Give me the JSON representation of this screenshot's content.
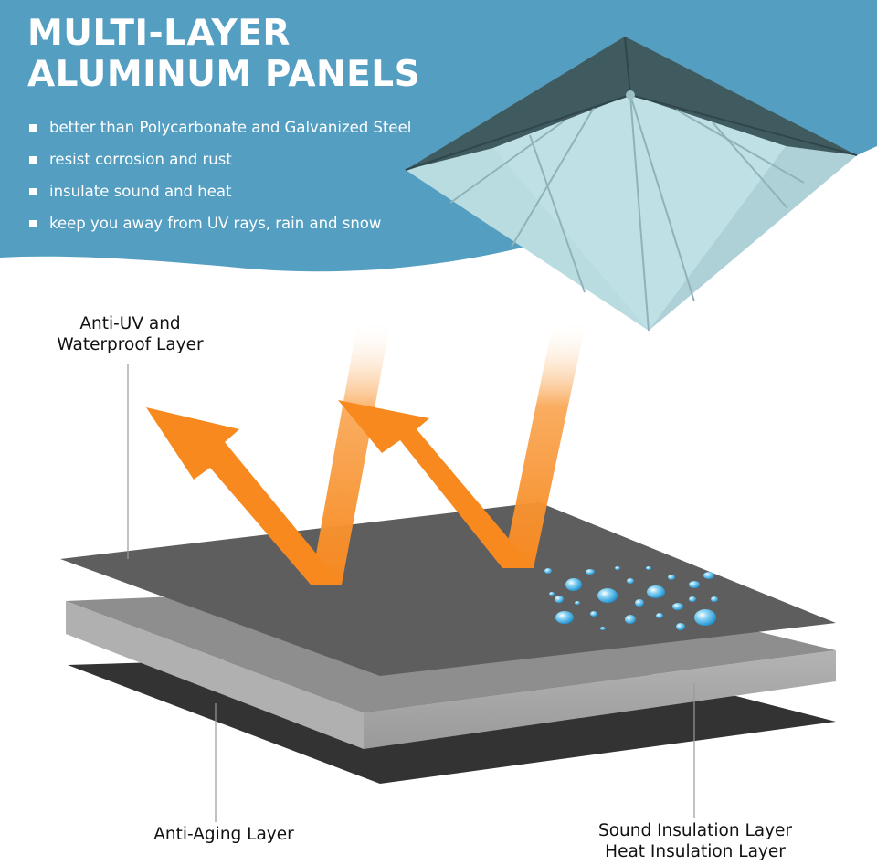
{
  "title": {
    "line1": "MULTI-LAYER",
    "line2": "ALUMINUM PANELS"
  },
  "bullets": [
    "better than Polycarbonate and Galvanized Steel",
    "resist corrosion and rust",
    "insulate sound and heat",
    "keep you away from UV rays, rain and snow"
  ],
  "labels": {
    "anti_uv": {
      "line1": "Anti-UV and",
      "line2": "Waterproof Layer"
    },
    "anti_aging": "Anti-Aging Layer",
    "sound_heat": {
      "line1": "Sound Insulation Layer",
      "line2": "Heat Insulation Layer"
    }
  },
  "colors": {
    "header_blue": "#539ec1",
    "roof_dark": "#3e5a5f",
    "roof_light": "#b9dce1",
    "arrow_orange": "#f7891f",
    "top_layer": "#5e5e5e",
    "mid_layer": "#a6a6a6",
    "bottom_layer": "#333333",
    "water_drop": "#46b2e6"
  },
  "icons": [
    "bullet-square-icon",
    "roof-icon",
    "sun-ray-arrow-icon",
    "water-droplet-icon"
  ]
}
